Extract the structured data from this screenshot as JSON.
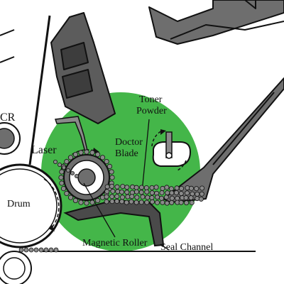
{
  "labels": {
    "laser": "Laser",
    "drum": "Drum",
    "cr": "CR",
    "doctor_blade_line1": "Doctor",
    "doctor_blade_line2": "Blade",
    "toner_powder_line1": "Toner",
    "toner_powder_line2": "Powder",
    "magnetic_roller": "Magnetic Roller",
    "seal_channel": "Seal Channel"
  },
  "colors": {
    "green_zone": "#44b649",
    "housing_gray": "#6e6e6e",
    "hopper_dark": "#4a4a4a",
    "outline": "#111111",
    "toner_particle": "#8a8a8a"
  },
  "icons": [
    "rotation-arrow-icon",
    "agitator-icon"
  ]
}
